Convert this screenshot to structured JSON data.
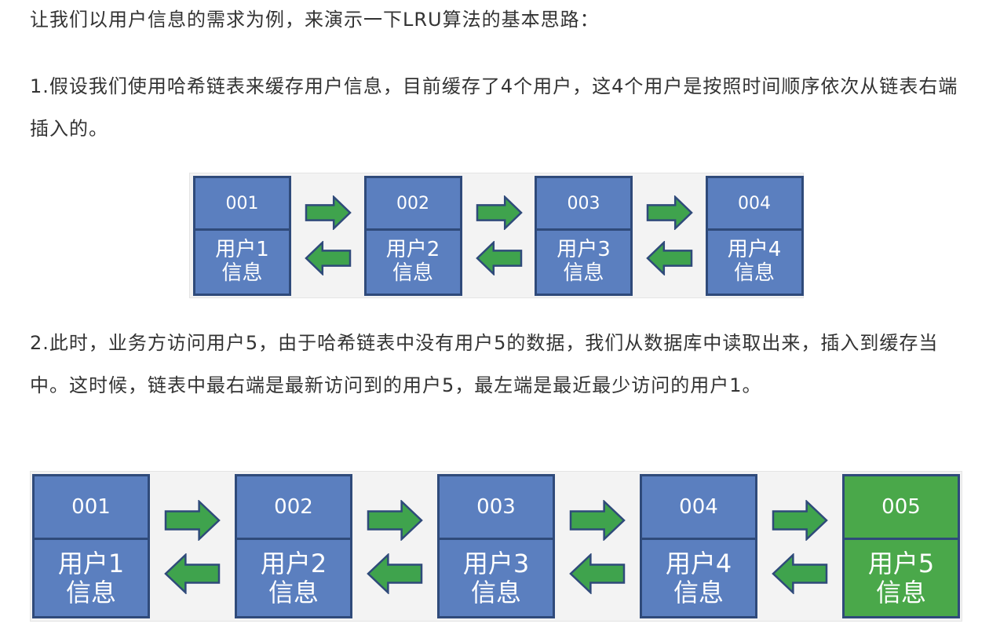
{
  "text": {
    "intro": "让我们以用户信息的需求为例，来演示一下LRU算法的基本思路：",
    "step1": "1.假设我们使用哈希链表来缓存用户信息，目前缓存了4个用户，这4个用户是按照时间顺序依次从链表右端插入的。",
    "step2": "2.此时，业务方访问用户5，由于哈希链表中没有用户5的数据，我们从数据库中读取出来，插入到缓存当中。这时候，链表中最右端是最新访问到的用户5，最左端是最近最少访问的用户1。"
  },
  "diagram1": {
    "nodes": [
      {
        "id": "001",
        "line1": "用户1",
        "line2": "信息"
      },
      {
        "id": "002",
        "line1": "用户2",
        "line2": "信息"
      },
      {
        "id": "003",
        "line1": "用户3",
        "line2": "信息"
      },
      {
        "id": "004",
        "line1": "用户4",
        "line2": "信息"
      }
    ]
  },
  "diagram2": {
    "nodes": [
      {
        "id": "001",
        "line1": "用户1",
        "line2": "信息"
      },
      {
        "id": "002",
        "line1": "用户2",
        "line2": "信息"
      },
      {
        "id": "003",
        "line1": "用户3",
        "line2": "信息"
      },
      {
        "id": "004",
        "line1": "用户4",
        "line2": "信息"
      },
      {
        "id": "005",
        "line1": "用户5",
        "line2": "信息",
        "highlight": true
      }
    ]
  },
  "colors": {
    "node": "#5b7fbf",
    "node_border": "#2f4a7a",
    "new_node": "#4aa84a",
    "arrow": "#3fa34d"
  }
}
